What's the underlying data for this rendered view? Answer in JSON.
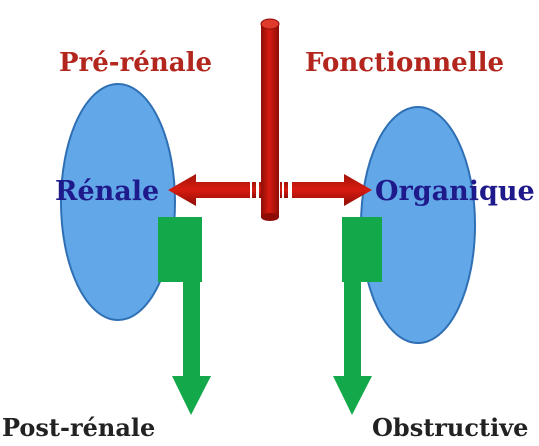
{
  "labels": {
    "pre_renale": "Pré-rénale",
    "fonctionnelle": "Fonctionnelle",
    "renale": "Rénale",
    "organique": "Organique",
    "post_renale": "Post-rénale",
    "obstructive": "Obstructive"
  },
  "colors": {
    "kidney_fill": "#62a8e8",
    "kidney_stroke": "#2f6fb4",
    "vessel_red": "#c8140a",
    "vessel_red_dark": "#8d0d06",
    "ureter_green": "#13a84a",
    "ureter_green_dark": "#0c7f35",
    "label_red": "#b3261e",
    "label_blue": "#1f1a8b",
    "label_dark": "#222222"
  }
}
